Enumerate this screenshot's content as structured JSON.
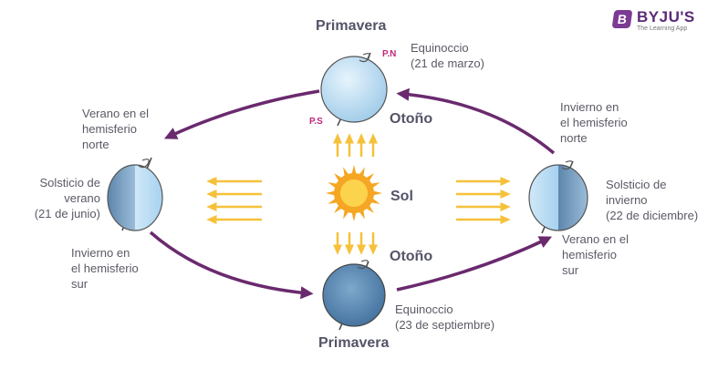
{
  "logo": {
    "brand": "BYJU'S",
    "tagline": "The Learning App"
  },
  "top": {
    "season": "Primavera",
    "pole_north": "P.N",
    "pole_south": "P.S",
    "event": "Equinoccio\n(21 de marzo)",
    "lower_season": "Otoño"
  },
  "bottom": {
    "upper_season": "Otoño",
    "event": "Equinoccio\n(23 de septiembre)",
    "season": "Primavera"
  },
  "left": {
    "season_upper": "Verano en el\nhemisferio\nnorte",
    "event": "Solsticio de\nverano\n(21 de junio)",
    "season_lower": "Invierno en\nel hemisferio\nsur"
  },
  "right": {
    "season_upper": "Invierno en\nel hemisferio\nnorte",
    "event": "Solsticio de\ninvierno\n(22 de diciembre)",
    "season_lower": "Verano en el\nhemisferio\nsur"
  },
  "sun": {
    "label": "Sol"
  },
  "colors": {
    "orbit": "#6a2a6e",
    "rays": "#f6c13a",
    "sun": "#f5a623",
    "pole_label": "#c0287a",
    "earth_light": "#bfe1f5",
    "earth_dark": "#5f8fb8"
  }
}
